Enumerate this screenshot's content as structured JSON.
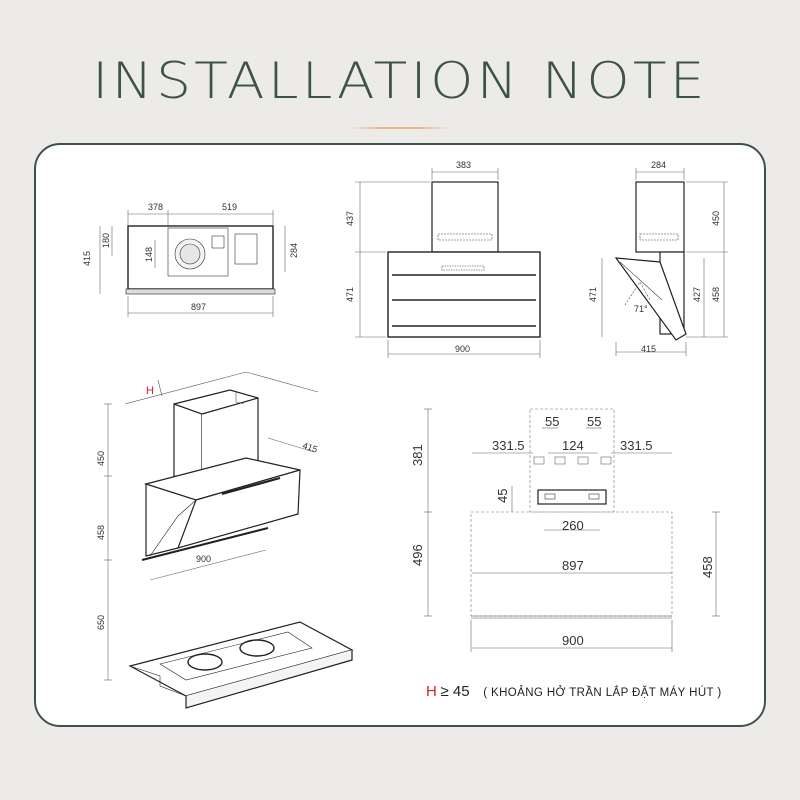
{
  "header": {
    "title": "INSTALLATION NOTE"
  },
  "top_view": {
    "width_left": "378",
    "width_right": "519",
    "total_width": "897",
    "height_total": "415",
    "height_left": "180",
    "height_right": "284",
    "motor_dia": "148"
  },
  "front_view": {
    "chimney_width": "383",
    "chimney_height": "437",
    "body_height": "471",
    "body_width": "900"
  },
  "side_view": {
    "top_width": "284",
    "chimney_height": "450",
    "body_height": "471",
    "inner_height": "427",
    "side_height": "458",
    "depth": "415",
    "angle": "71°"
  },
  "iso_view": {
    "ceiling_gap_label": "H",
    "depth": "415",
    "chimney_height": "450",
    "body_height": "458",
    "width": "900",
    "cooktop_clearance": "650"
  },
  "mount_view": {
    "gap_55_left": "55",
    "gap_55_right": "55",
    "offset_left": "331.5",
    "center": "124",
    "offset_right": "331.5",
    "upper_height": "381",
    "bracket_height": "45",
    "bracket_width": "260",
    "lower_height": "496",
    "inner_width": "897",
    "side_height": "458",
    "outer_width": "900"
  },
  "note": {
    "h": "H",
    "relation": "≥ 45",
    "text": "( KHOẢNG HỞ TRẦN LẮP ĐẶT MÁY HÚT )"
  }
}
